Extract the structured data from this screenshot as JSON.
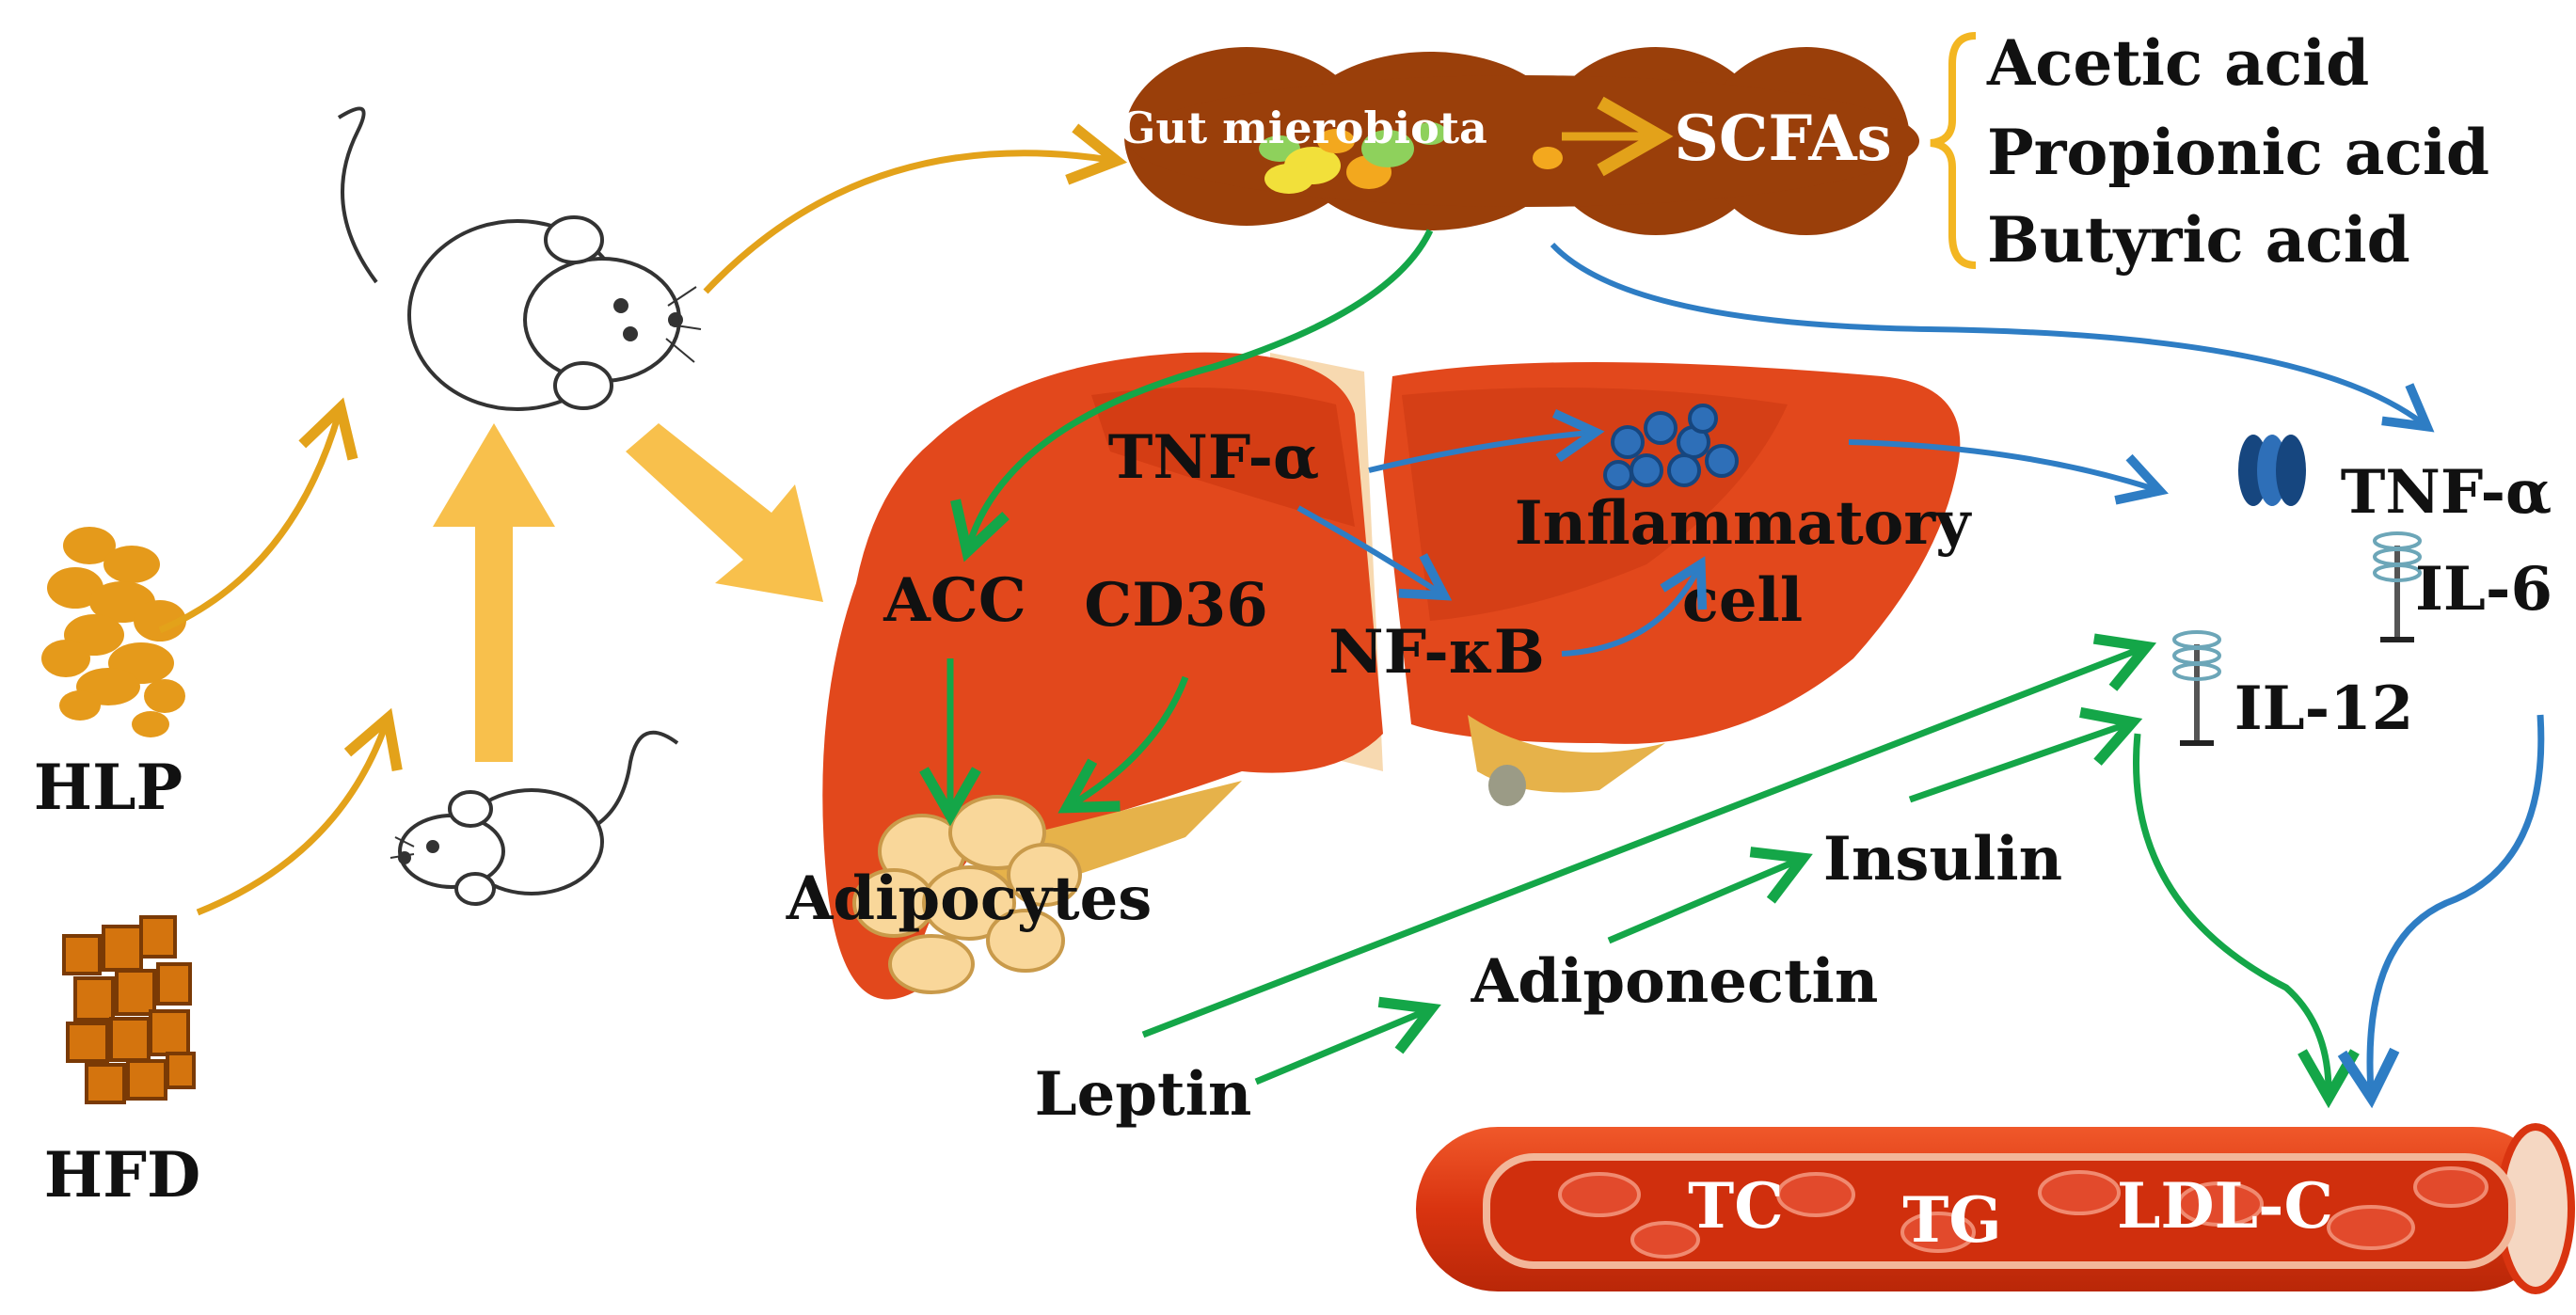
{
  "gut": {
    "microbiota": "Gut mierobiota",
    "scfas": "SCFAs",
    "acids": [
      "Acetic acid",
      "Propionic acid",
      "Butyric acid"
    ]
  },
  "diet": {
    "hlp": "HLP",
    "hfd": "HFD"
  },
  "liver": {
    "tnf": "TNF-α",
    "acc": "ACC",
    "cd36": "CD36",
    "nfkb": "NF-κB",
    "inflammatory_line1": "Inflammatory",
    "inflammatory_line2": "cell",
    "adipocytes": "Adipocytes"
  },
  "hormones": {
    "leptin": "Leptin",
    "adiponectin": "Adiponectin",
    "insulin": "Insulin"
  },
  "cytokines": {
    "tnf": "TNF-α",
    "il6": "IL-6",
    "il12": "IL-12"
  },
  "blood": {
    "tc": "TC",
    "tg": "TG",
    "ldl": "LDL-C"
  },
  "colors": {
    "orange_arrow": "#E3A21A",
    "big_arrow": "#F8C04C",
    "green_arrow": "#14A648",
    "blue_arrow": "#2E7DC4",
    "gut_brown": "#9A3F0A",
    "liver_red": "#E2481C",
    "vessel_red": "#E33D12"
  }
}
